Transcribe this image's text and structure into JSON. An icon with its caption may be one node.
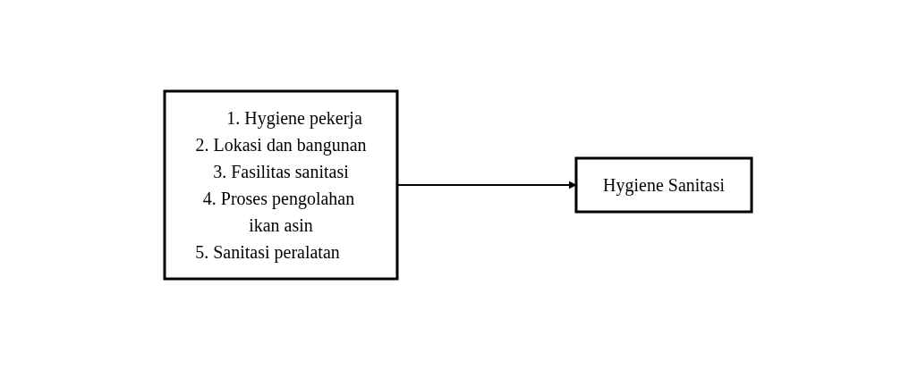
{
  "diagram": {
    "nodes": [
      {
        "text": [
          "1. Hygiene pekerja",
          "2. Lokasi dan bangunan",
          "3. Fasilitas sanitasi",
          "4. Proses pengolahan ikan asin",
          "5. Sanitasi peralatan"
        ]
      },
      {
        "text": [
          "Hygiene Sanitasi"
        ]
      }
    ],
    "edges": [
      {
        "from": 0,
        "to": 1,
        "arrow": "to"
      }
    ]
  }
}
